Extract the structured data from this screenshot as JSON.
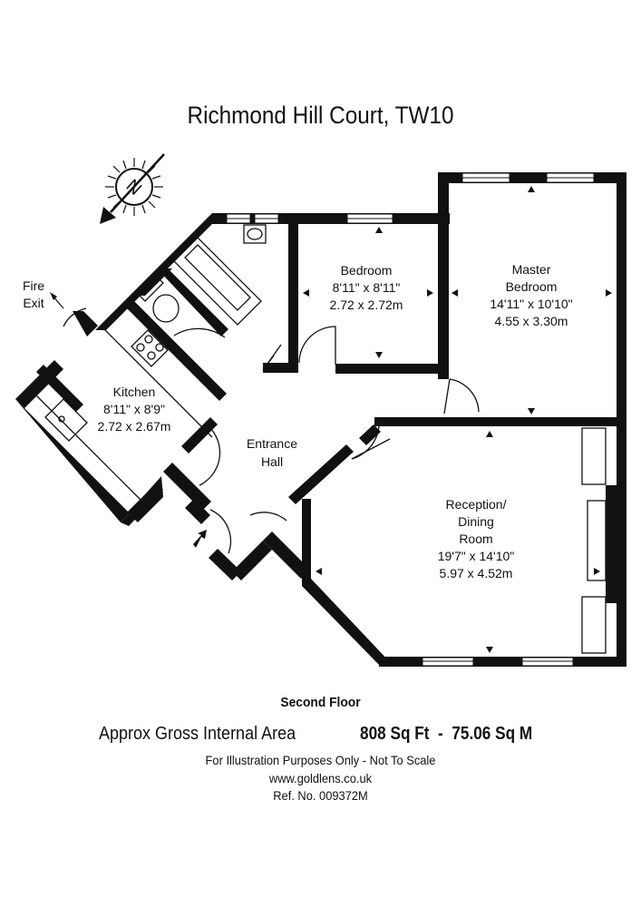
{
  "title": "Richmond Hill Court, TW10",
  "rooms": {
    "bedroom": {
      "name": [
        "Bedroom"
      ],
      "imperial": "8'11\" x 8'11\"",
      "metric": "2.72 x 2.72m"
    },
    "master": {
      "name": [
        "Master",
        "Bedroom"
      ],
      "imperial": "14'11\" x 10'10\"",
      "metric": "4.55 x 3.30m"
    },
    "kitchen": {
      "name": [
        "Kitchen"
      ],
      "imperial": "8'11\" x 8'9\"",
      "metric": "2.72 x 2.67m"
    },
    "hall": {
      "name": [
        "Entrance",
        "Hall"
      ]
    },
    "reception": {
      "name": [
        "Reception/",
        "Dining",
        "Room"
      ],
      "imperial": "19'7\" x 14'10\"",
      "metric": "5.97 x 4.52m"
    }
  },
  "fire_exit": [
    "Fire",
    "Exit"
  ],
  "compass": {
    "letter": "N",
    "icon": "north-compass-icon"
  },
  "floor_level": "Second Floor",
  "area": {
    "label": "Approx Gross Internal Area",
    "value": "808 Sq Ft  -  75.06 Sq M"
  },
  "disclaimer": "For Illustration Purposes Only - Not To Scale",
  "website": "www.goldlens.co.uk",
  "reference": "Ref. No. 009372M",
  "colors": {
    "wall": "#111111",
    "background": "#ffffff"
  }
}
